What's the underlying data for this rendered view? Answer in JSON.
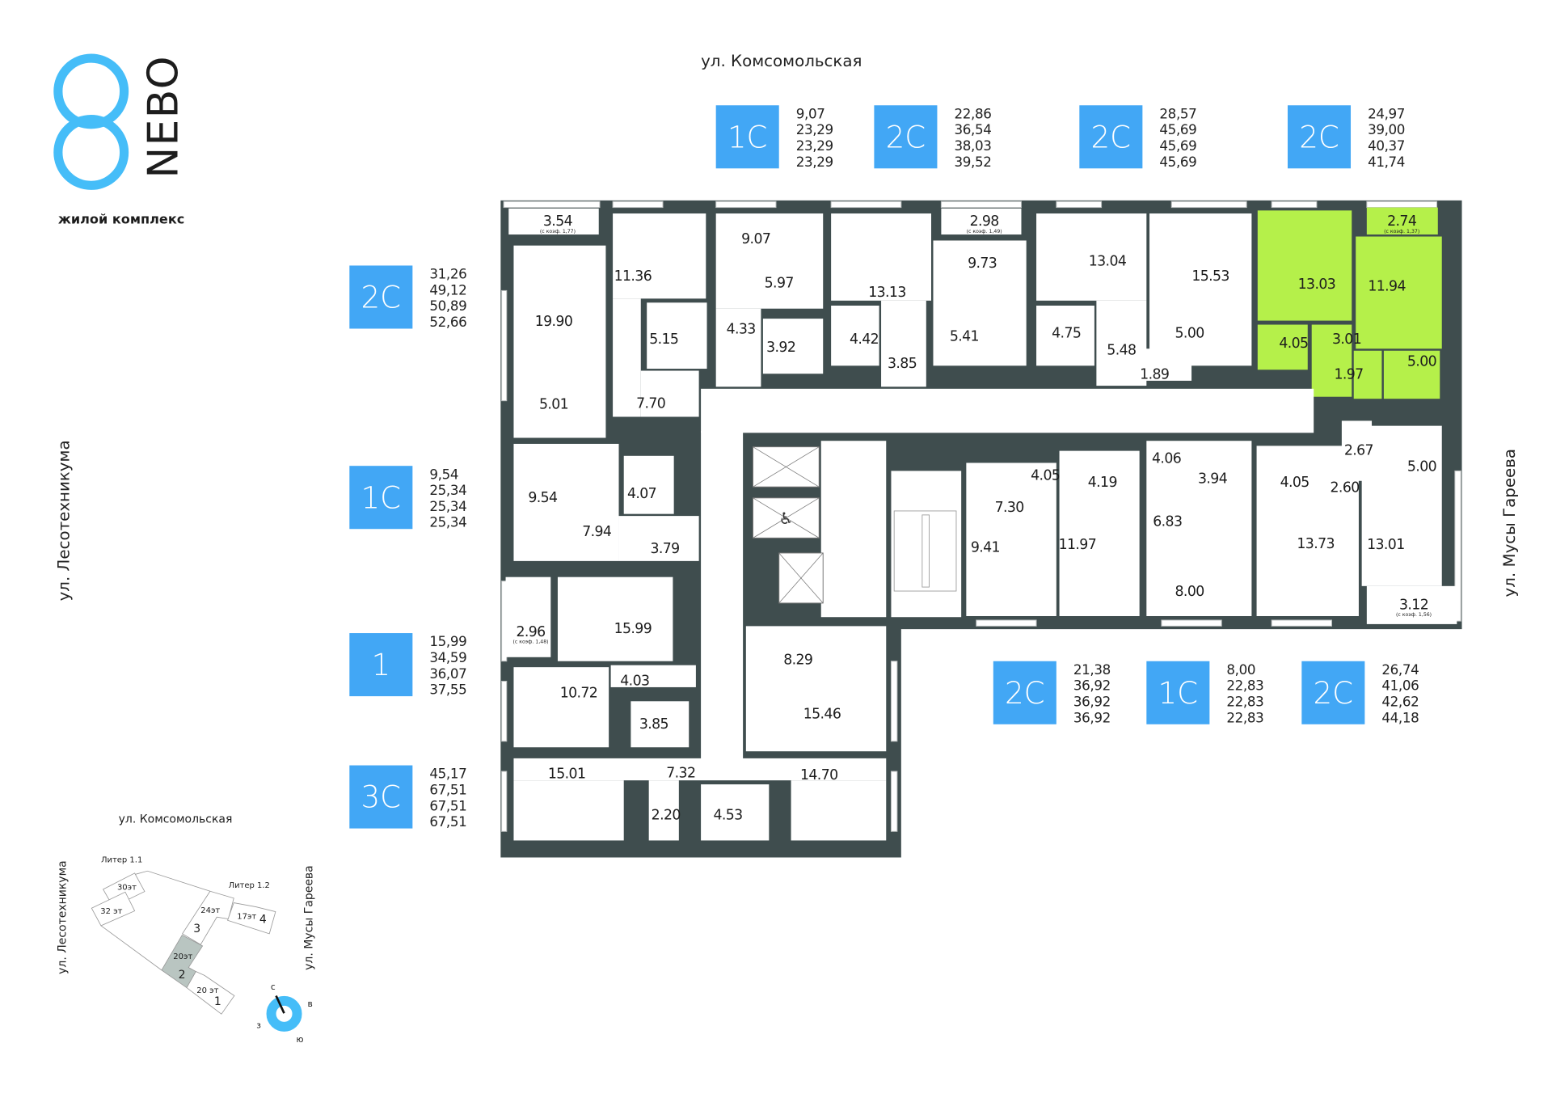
{
  "logo": {
    "mark": "8",
    "name": "NEBO",
    "subtitle": "жилой комплекс"
  },
  "streets": {
    "top": "ул. Комсомольская",
    "left": "ул. Лесотехникума",
    "right": "ул. Мусы Гареева"
  },
  "colors": {
    "accent": "#45bdf8",
    "legend_box": "#42a7f5",
    "selected_apartment": "#b5f04a",
    "walls": "#3f4d4e"
  },
  "legends": [
    {
      "type": "1С",
      "values": [
        "9,07",
        "23,29",
        "23,29",
        "23,29"
      ]
    },
    {
      "type": "2С",
      "values": [
        "22,86",
        "36,54",
        "38,03",
        "39,52"
      ]
    },
    {
      "type": "2С",
      "values": [
        "28,57",
        "45,69",
        "45,69",
        "45,69"
      ]
    },
    {
      "type": "2С",
      "values": [
        "24,97",
        "39,00",
        "40,37",
        "41,74"
      ]
    },
    {
      "type": "2С",
      "values": [
        "31,26",
        "49,12",
        "50,89",
        "52,66"
      ]
    },
    {
      "type": "1С",
      "values": [
        "9,54",
        "25,34",
        "25,34",
        "25,34"
      ]
    },
    {
      "type": "1",
      "values": [
        "15,99",
        "34,59",
        "36,07",
        "37,55"
      ]
    },
    {
      "type": "3С",
      "values": [
        "45,17",
        "67,51",
        "67,51",
        "67,51"
      ]
    },
    {
      "type": "2С",
      "values": [
        "21,38",
        "36,92",
        "36,92",
        "36,92"
      ]
    },
    {
      "type": "1С",
      "values": [
        "8,00",
        "22,83",
        "22,83",
        "22,83"
      ]
    },
    {
      "type": "2С",
      "values": [
        "26,74",
        "41,06",
        "42,62",
        "44,18"
      ]
    }
  ],
  "rooms": [
    {
      "area": "3.54",
      "coef": "(с коэф. 1,77)"
    },
    {
      "area": "19.90"
    },
    {
      "area": "11.36"
    },
    {
      "area": "5.15"
    },
    {
      "area": "5.01"
    },
    {
      "area": "7.70"
    },
    {
      "area": "9.07"
    },
    {
      "area": "5.97"
    },
    {
      "area": "4.33"
    },
    {
      "area": "3.92"
    },
    {
      "area": "13.13"
    },
    {
      "area": "4.42"
    },
    {
      "area": "3.85"
    },
    {
      "area": "2.98",
      "coef": "(с коэф. 1,49)"
    },
    {
      "area": "9.73"
    },
    {
      "area": "5.41"
    },
    {
      "area": "13.04"
    },
    {
      "area": "4.75"
    },
    {
      "area": "5.48"
    },
    {
      "area": "15.53"
    },
    {
      "area": "5.00"
    },
    {
      "area": "1.89"
    },
    {
      "area": "13.03"
    },
    {
      "area": "4.05"
    },
    {
      "area": "3.01"
    },
    {
      "area": "1.97"
    },
    {
      "area": "2.74",
      "coef": "(с коэф. 1,37)"
    },
    {
      "area": "11.94"
    },
    {
      "area": "5.00"
    },
    {
      "area": "9.54"
    },
    {
      "area": "4.07"
    },
    {
      "area": "7.94"
    },
    {
      "area": "3.79"
    },
    {
      "area": "2.96",
      "coef": "(с коэф. 1,48)"
    },
    {
      "area": "15.99"
    },
    {
      "area": "4.03"
    },
    {
      "area": "10.72"
    },
    {
      "area": "3.85"
    },
    {
      "area": "8.29"
    },
    {
      "area": "15.46"
    },
    {
      "area": "15.01"
    },
    {
      "area": "7.32"
    },
    {
      "area": "14.70"
    },
    {
      "area": "2.20"
    },
    {
      "area": "4.53"
    },
    {
      "area": "4.05"
    },
    {
      "area": "4.19"
    },
    {
      "area": "4.06"
    },
    {
      "area": "3.94"
    },
    {
      "area": "4.05"
    },
    {
      "area": "2.67"
    },
    {
      "area": "5.00"
    },
    {
      "area": "2.60"
    },
    {
      "area": "7.30"
    },
    {
      "area": "9.41"
    },
    {
      "area": "11.97"
    },
    {
      "area": "6.83"
    },
    {
      "area": "8.00"
    },
    {
      "area": "13.73"
    },
    {
      "area": "13.01"
    },
    {
      "area": "3.12",
      "coef": "(с коэф. 1,56)"
    }
  ],
  "keymap": {
    "street_top": "ул. Комсомольская",
    "street_left": "ул. Лесотехникума",
    "street_right": "ул. Мусы Гареева",
    "liter_1_1": "Литер 1.1",
    "liter_1_2": "Литер 1.2",
    "floors_30": "30эт",
    "floors_32": "32 эт",
    "floors_24": "24эт",
    "section_3": "3",
    "floors_17": "17эт",
    "section_4": "4",
    "floors_20_current": "20эт",
    "section_2": "2",
    "floors_20": "20 эт",
    "section_1": "1",
    "compass": {
      "n": "с",
      "e": "в",
      "w": "з",
      "s": "ю"
    }
  }
}
